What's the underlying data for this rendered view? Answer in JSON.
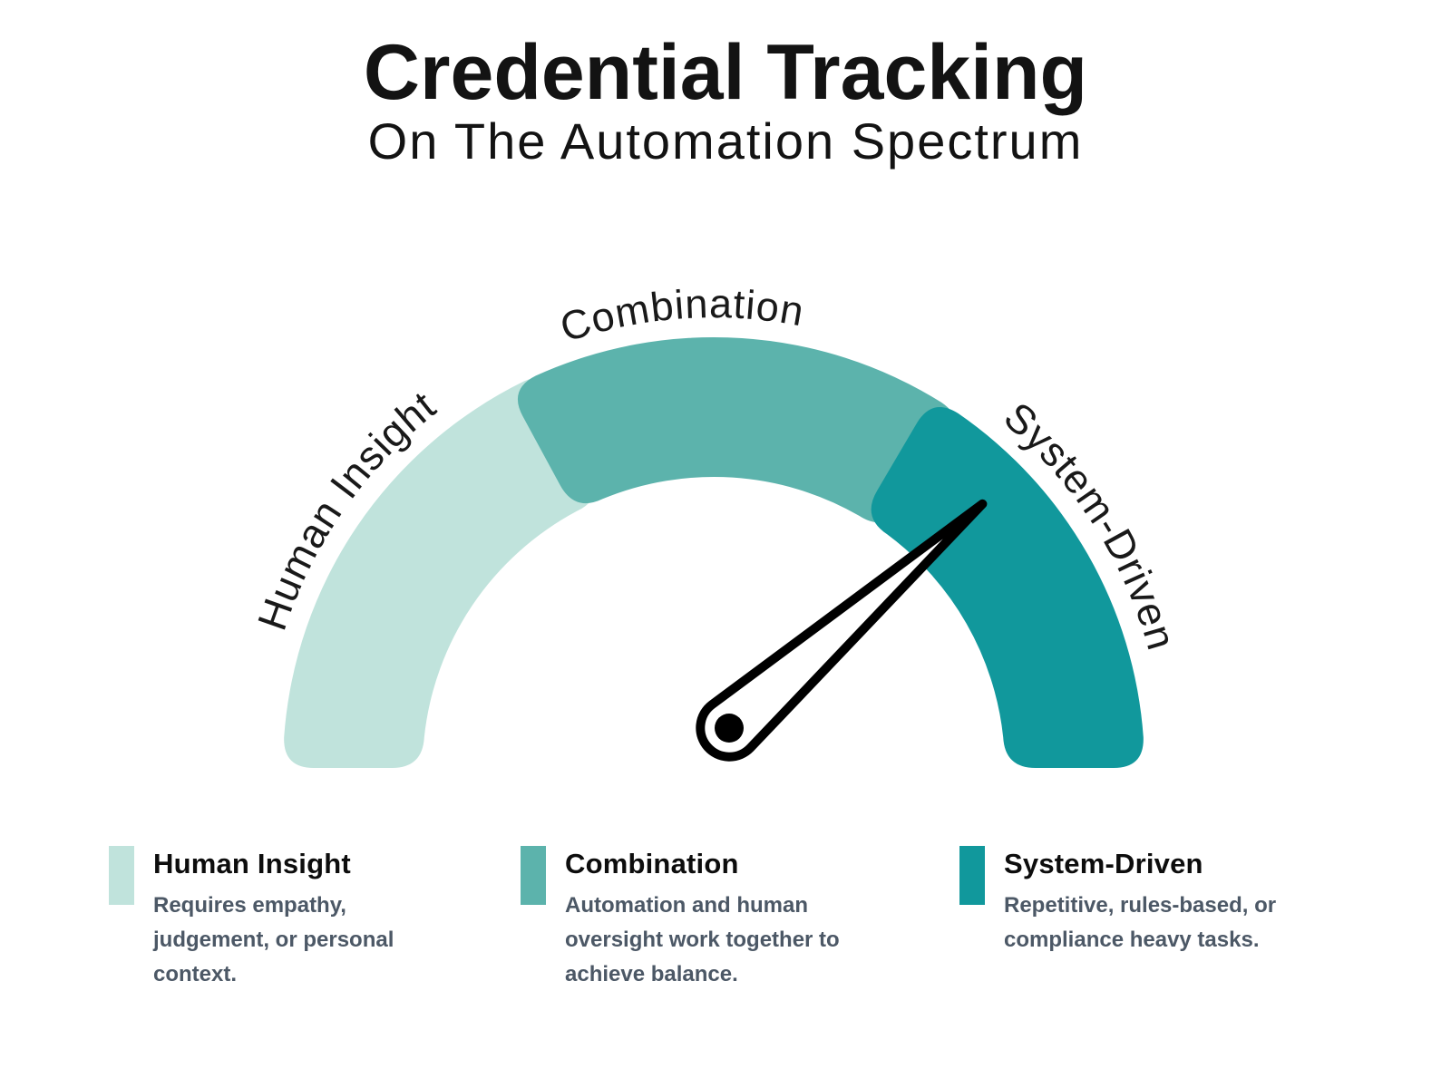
{
  "title": "Credential Tracking",
  "subtitle": "On The Automation Spectrum",
  "chart_data": {
    "type": "gauge",
    "title": "Credential Tracking On The Automation Spectrum",
    "segments": [
      {
        "label": "Human Insight",
        "color": "#c0e3dc",
        "arc_start_deg": 180,
        "arc_end_deg": 112,
        "label_angle_deg": 145
      },
      {
        "label": "Combination",
        "color": "#5cb3ac",
        "arc_start_deg": 118.5,
        "arc_end_deg": 54,
        "label_angle_deg": 94
      },
      {
        "label": "System-Driven",
        "color": "#11989c",
        "arc_start_deg": 59.5,
        "arc_end_deg": 0,
        "label_angle_deg": 32.5
      }
    ],
    "needle": {
      "points_to": "System-Driven",
      "angle_deg": 41.5
    }
  },
  "legend": [
    {
      "label": "Human Insight",
      "color": "#c0e3dc",
      "description": "Requires empathy, judgement, or personal context."
    },
    {
      "label": "Combination",
      "color": "#5cb3ac",
      "description": "Automation and human oversight work together to achieve balance."
    },
    {
      "label": "System-Driven",
      "color": "#11989c",
      "description": "Repetitive, rules-based, or compliance heavy tasks."
    }
  ]
}
